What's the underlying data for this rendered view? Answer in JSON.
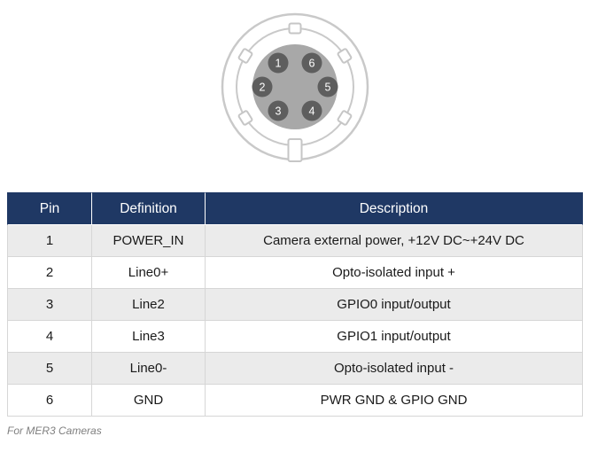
{
  "connector": {
    "pins": [
      "1",
      "6",
      "2",
      "5",
      "3",
      "4"
    ]
  },
  "table": {
    "headers": [
      "Pin",
      "Definition",
      "Description"
    ],
    "rows": [
      [
        "1",
        "POWER_IN",
        "Camera external power, +12V DC~+24V DC"
      ],
      [
        "2",
        "Line0+",
        "Opto-isolated input +"
      ],
      [
        "3",
        "Line2",
        "GPIO0 input/output"
      ],
      [
        "4",
        "Line3",
        "GPIO1 input/output"
      ],
      [
        "5",
        "Line0-",
        "Opto-isolated input -"
      ],
      [
        "6",
        "GND",
        "PWR GND & GPIO GND"
      ]
    ]
  },
  "footer": {
    "caption": "For MER3 Cameras"
  },
  "colors": {
    "header_bg": "#1F3864",
    "header_text": "#FFFFFF",
    "row_alt_bg": "#EBEBEB",
    "row_bg": "#FFFFFF",
    "grid_line": "#D6D6D6",
    "connector_outline": "#C9C9C9",
    "connector_face": "#A8A8A8",
    "pin_fill": "#5E5E5E",
    "pin_text": "#FFFFFF",
    "caption_text": "#7F7F7F"
  }
}
